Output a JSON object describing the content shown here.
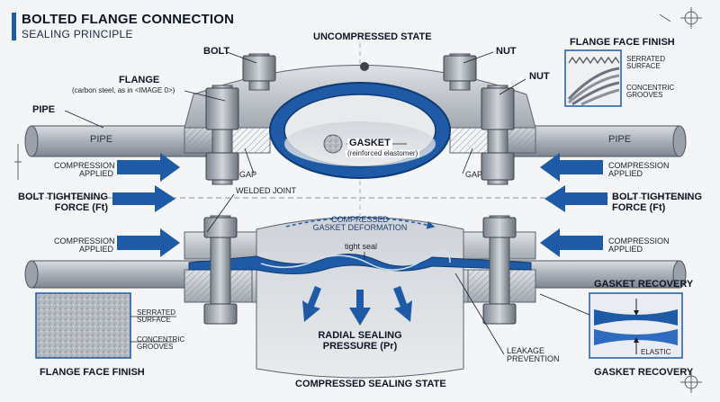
{
  "title": "BOLTED FLANGE CONNECTION",
  "subtitle": "SEALING PRINCIPLE",
  "states": {
    "top": "UNCOMPRESSED STATE",
    "bottom": "COMPRESSED SEALING STATE"
  },
  "labels": {
    "bolt": "BOLT",
    "nut_top": "NUT",
    "nut_right": "NUT",
    "flange": "FLANGE",
    "flange_note": "(carbon steel, as in <IMAGE 0>)",
    "pipe_left_callout": "PIPE",
    "pipe_left_text": "PIPE",
    "pipe_right_text": "PIPE",
    "gasket": "GASKET",
    "gasket_note": "(reinforced elastomer)",
    "gap_left": "GAP",
    "gap_right": "GAP",
    "compression_left_top": "COMPRESSION\nAPPLIED",
    "compression_right_top": "COMPRESSION\nAPPLIED",
    "compression_left_bottom": "COMPRESSION\nAPPLIED",
    "compression_right_bottom": "COMPRESSION\nAPPLIED",
    "force_left": "BOLT TIGHTENING\nFORCE (Ft)",
    "force_right": "BOLT TIGHTENING\nFORCE (Ft)",
    "welded_joint": "WELDED JOINT",
    "compressed_deformation": "COMPRESSED\nGASKET DEFORMATION",
    "tight_seal": "tight seal",
    "radial_pressure": "RADIAL SEALING\nPRESSURE (Pr)",
    "leakage_prevention": "LEAKAGE\nPREVENTION"
  },
  "insets": {
    "top_right": {
      "title": "FLANGE FACE FINISH",
      "serrated": "SERRATED\nSURFACE",
      "grooves": "CONCENTRIC\nGROOVES"
    },
    "bottom_left": {
      "title": "FLANGE FACE FINISH",
      "serrated": "SERRATED\nSURFACE",
      "grooves": "CONCENTRIC\nGROOVES"
    },
    "bottom_right": {
      "title_top": "GASKET RECOVERY",
      "elastic": "ELASTIC",
      "title_bottom": "GASKET RECOVERY"
    }
  },
  "colors": {
    "accent_blue": "#1f5aa6",
    "steel": "#b9bec5",
    "dark_steel": "#6c737d",
    "ink": "#0e1626"
  }
}
